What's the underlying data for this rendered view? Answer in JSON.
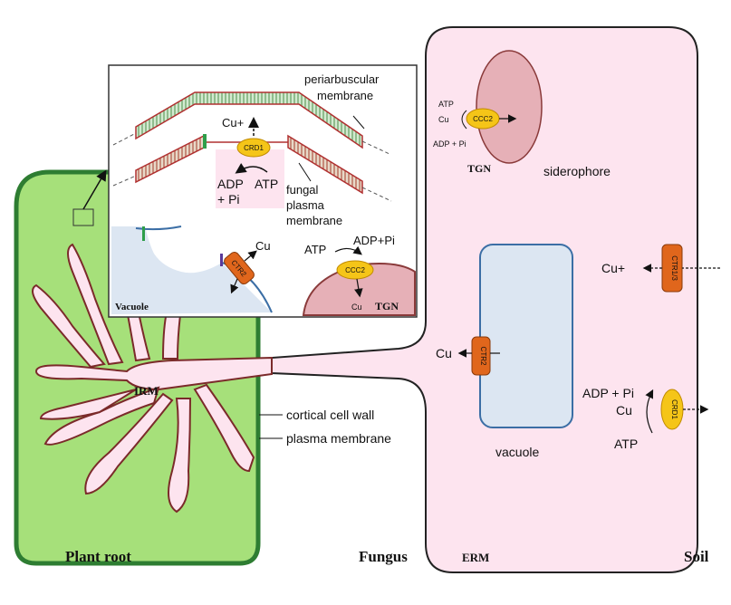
{
  "labels": {
    "periarbuscular_1": "periarbuscular",
    "periarbuscular_2": "membrane",
    "fungal_1": "fungal",
    "fungal_2": "plasma",
    "fungal_3": "membrane",
    "cu_plus_inset": "Cu+",
    "crd1_inset": "CRD1",
    "adp_inset": "ADP",
    "pi_inset": "+ Pi",
    "atp_inset": "ATP",
    "cu_ctr2_inset": "Cu",
    "ctr2_inset": "CTR2",
    "atp_ccc2_inset": "ATP",
    "adppi_ccc2_inset": "ADP+Pi",
    "ccc2_inset": "CCC2",
    "cu_ccc2_inset": "Cu",
    "vacuole_inset": "Vacuole",
    "tgn_inset": "TGN",
    "atp_tgn": "ATP",
    "cu_tgn": "Cu",
    "adppi_tgn": "ADP + Pi",
    "ccc2_tgn": "CCC2",
    "tgn": "TGN",
    "siderophore": "siderophore",
    "ctr13": "CTR1/3",
    "cu_plus_erm": "Cu+",
    "cu_vacuole": "Cu",
    "ctr2_erm": "CTR2",
    "vacuole": "vacuole",
    "adppi_erm": "ADP + Pi",
    "cu_erm": "Cu",
    "atp_erm": "ATP",
    "crd1_erm": "CRD1",
    "irm": "IRM",
    "cortical_cell_wall": "cortical cell wall",
    "plasma_membrane": "plasma membrane",
    "plant_root": "Plant root",
    "fungus": "Fungus",
    "erm": "ERM",
    "soil": "Soil"
  },
  "colors": {
    "plant_green": "#a6e07a",
    "plant_dark": "#2e7d32",
    "fungal_pink": "#fde4ef",
    "tgn_fill": "#e6b0b7",
    "vacuole_fill": "#dce6f2",
    "transporter_orange": "#e0661c",
    "transporter_yellow": "#f5c518",
    "membrane_red": "#c0392b",
    "membrane_green": "#7fb37a"
  }
}
